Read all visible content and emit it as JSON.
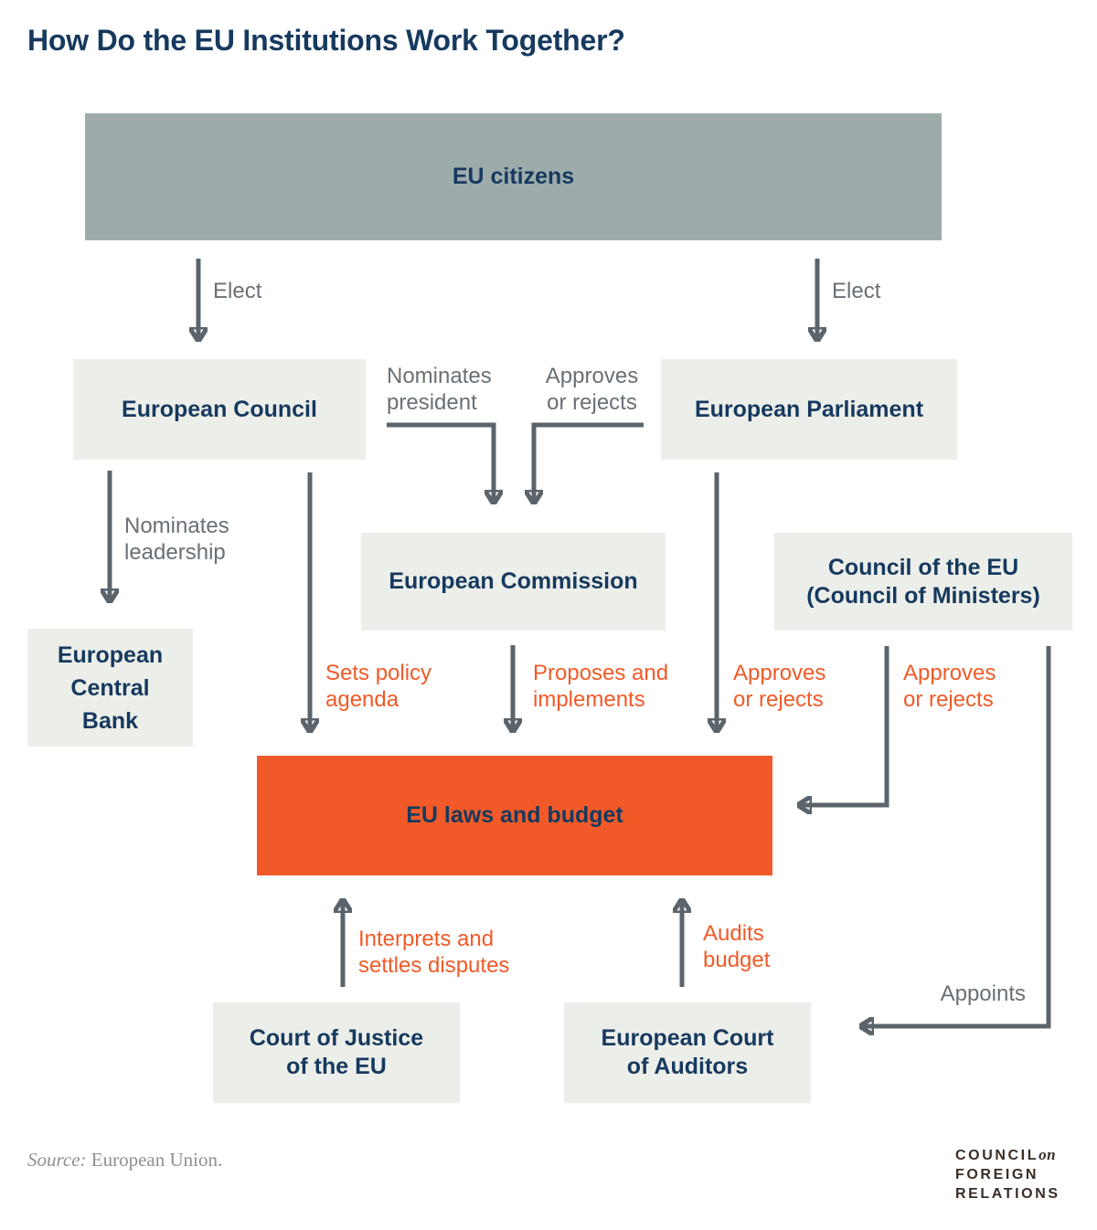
{
  "title": "How Do the EU Institutions Work Together?",
  "colors": {
    "navy": "#16395e",
    "orange": "#f15a28",
    "box_gray": "#eceee9",
    "citizens_gray": "#9dacab",
    "arrow_gray": "#5b646b",
    "label_gray": "#687077",
    "source_gray": "#8f8f8f",
    "logo_brown": "#3a2d25"
  },
  "nodes": {
    "eu_citizens": {
      "label": "EU citizens"
    },
    "european_council": {
      "label": "European Council"
    },
    "european_parliament": {
      "label": "European Parliament"
    },
    "european_commission": {
      "label": "European Commission"
    },
    "council_of_eu": {
      "line1": "Council of the EU",
      "line2": "(Council of Ministers)"
    },
    "european_central_bank": {
      "line1": "European",
      "line2": "Central",
      "line3": "Bank"
    },
    "eu_laws_budget": {
      "label": "EU laws and budget"
    },
    "court_of_justice": {
      "line1": "Court of Justice",
      "line2": "of the EU"
    },
    "court_of_auditors": {
      "line1": "European Court",
      "line2": "of Auditors"
    }
  },
  "edges": {
    "elect_left": {
      "label": "Elect"
    },
    "elect_right": {
      "label": "Elect"
    },
    "nominates_president": {
      "line1": "Nominates",
      "line2": "president"
    },
    "approves_or_rejects_top": {
      "line1": "Approves",
      "line2": "or rejects"
    },
    "nominates_leadership": {
      "line1": "Nominates",
      "line2": "leadership"
    },
    "sets_policy_agenda": {
      "line1": "Sets policy",
      "line2": "agenda"
    },
    "proposes_and_implements": {
      "line1": "Proposes and",
      "line2": "implements"
    },
    "approves_or_rejects_parliament": {
      "line1": "Approves",
      "line2": "or rejects"
    },
    "approves_or_rejects_council": {
      "line1": "Approves",
      "line2": "or rejects"
    },
    "interprets_and_settles": {
      "line1": "Interprets and",
      "line2": "settles disputes"
    },
    "audits_budget": {
      "line1": "Audits",
      "line2": "budget"
    },
    "appoints": {
      "label": "Appoints"
    }
  },
  "footer": {
    "source_label": "Source:",
    "source_value": "European Union."
  },
  "logo": {
    "word1": "COUNCIL",
    "conj": "on",
    "word2": "FOREIGN",
    "word3": "RELATIONS"
  }
}
